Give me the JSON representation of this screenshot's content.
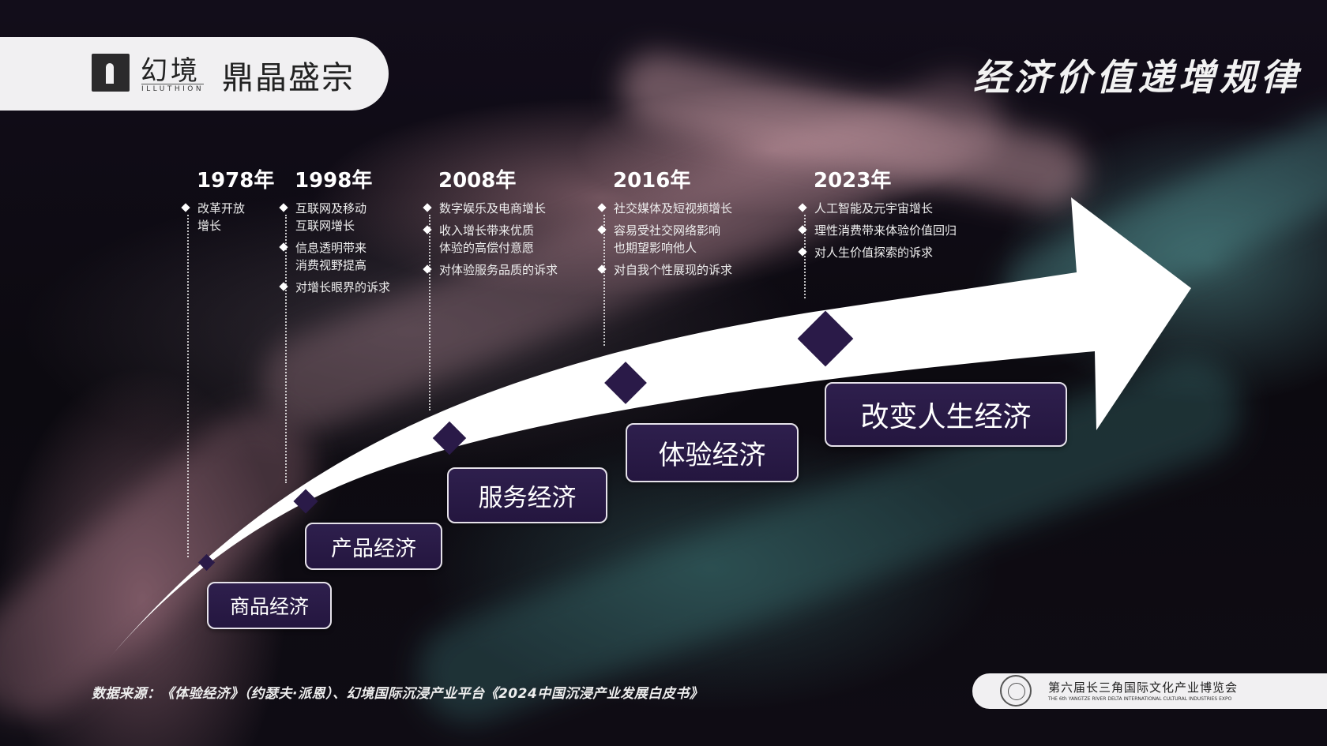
{
  "header": {
    "logo_cn": "幻境",
    "logo_en": "ILLUTHION",
    "brand": "鼎晶盛宗"
  },
  "title": "经济价值递增规律",
  "timeline": [
    {
      "year": "1978年",
      "points": [
        "改革开放\n增长"
      ]
    },
    {
      "year": "1998年",
      "points": [
        "互联网及移动\n互联网增长",
        "信息透明带来\n消费视野提高",
        "对增长眼界的诉求"
      ]
    },
    {
      "year": "2008年",
      "points": [
        "数字娱乐及电商增长",
        "收入增长带来优质\n体验的高偿付意愿",
        "对体验服务品质的诉求"
      ]
    },
    {
      "year": "2016年",
      "points": [
        "社交媒体及短视频增长",
        "容易受社交网络影响\n也期望影响他人",
        "对自我个性展现的诉求"
      ]
    },
    {
      "year": "2023年",
      "points": [
        "人工智能及元宇宙增长",
        "理性消费带来体验价值回归",
        "对人生价值探索的诉求"
      ]
    }
  ],
  "stages": [
    {
      "label": "商品经济"
    },
    {
      "label": "产品经济"
    },
    {
      "label": "服务经济"
    },
    {
      "label": "体验经济"
    },
    {
      "label": "改变人生经济"
    }
  ],
  "source": "数据来源：《体验经济》（约瑟夫·派恩）、幻境国际沉浸产业平台《2024中国沉浸产业发展白皮书》",
  "expo": {
    "cn": "第六届长三角国际文化产业博览会",
    "en": "THE 6th YANGTZE RIVER DELTA INTERNATIONAL CULTURAL INDUSTRIES EXPO"
  },
  "colors": {
    "accent": "#2a1a48",
    "arrow": "#ffffff",
    "box_border": "#e6e2ea"
  }
}
